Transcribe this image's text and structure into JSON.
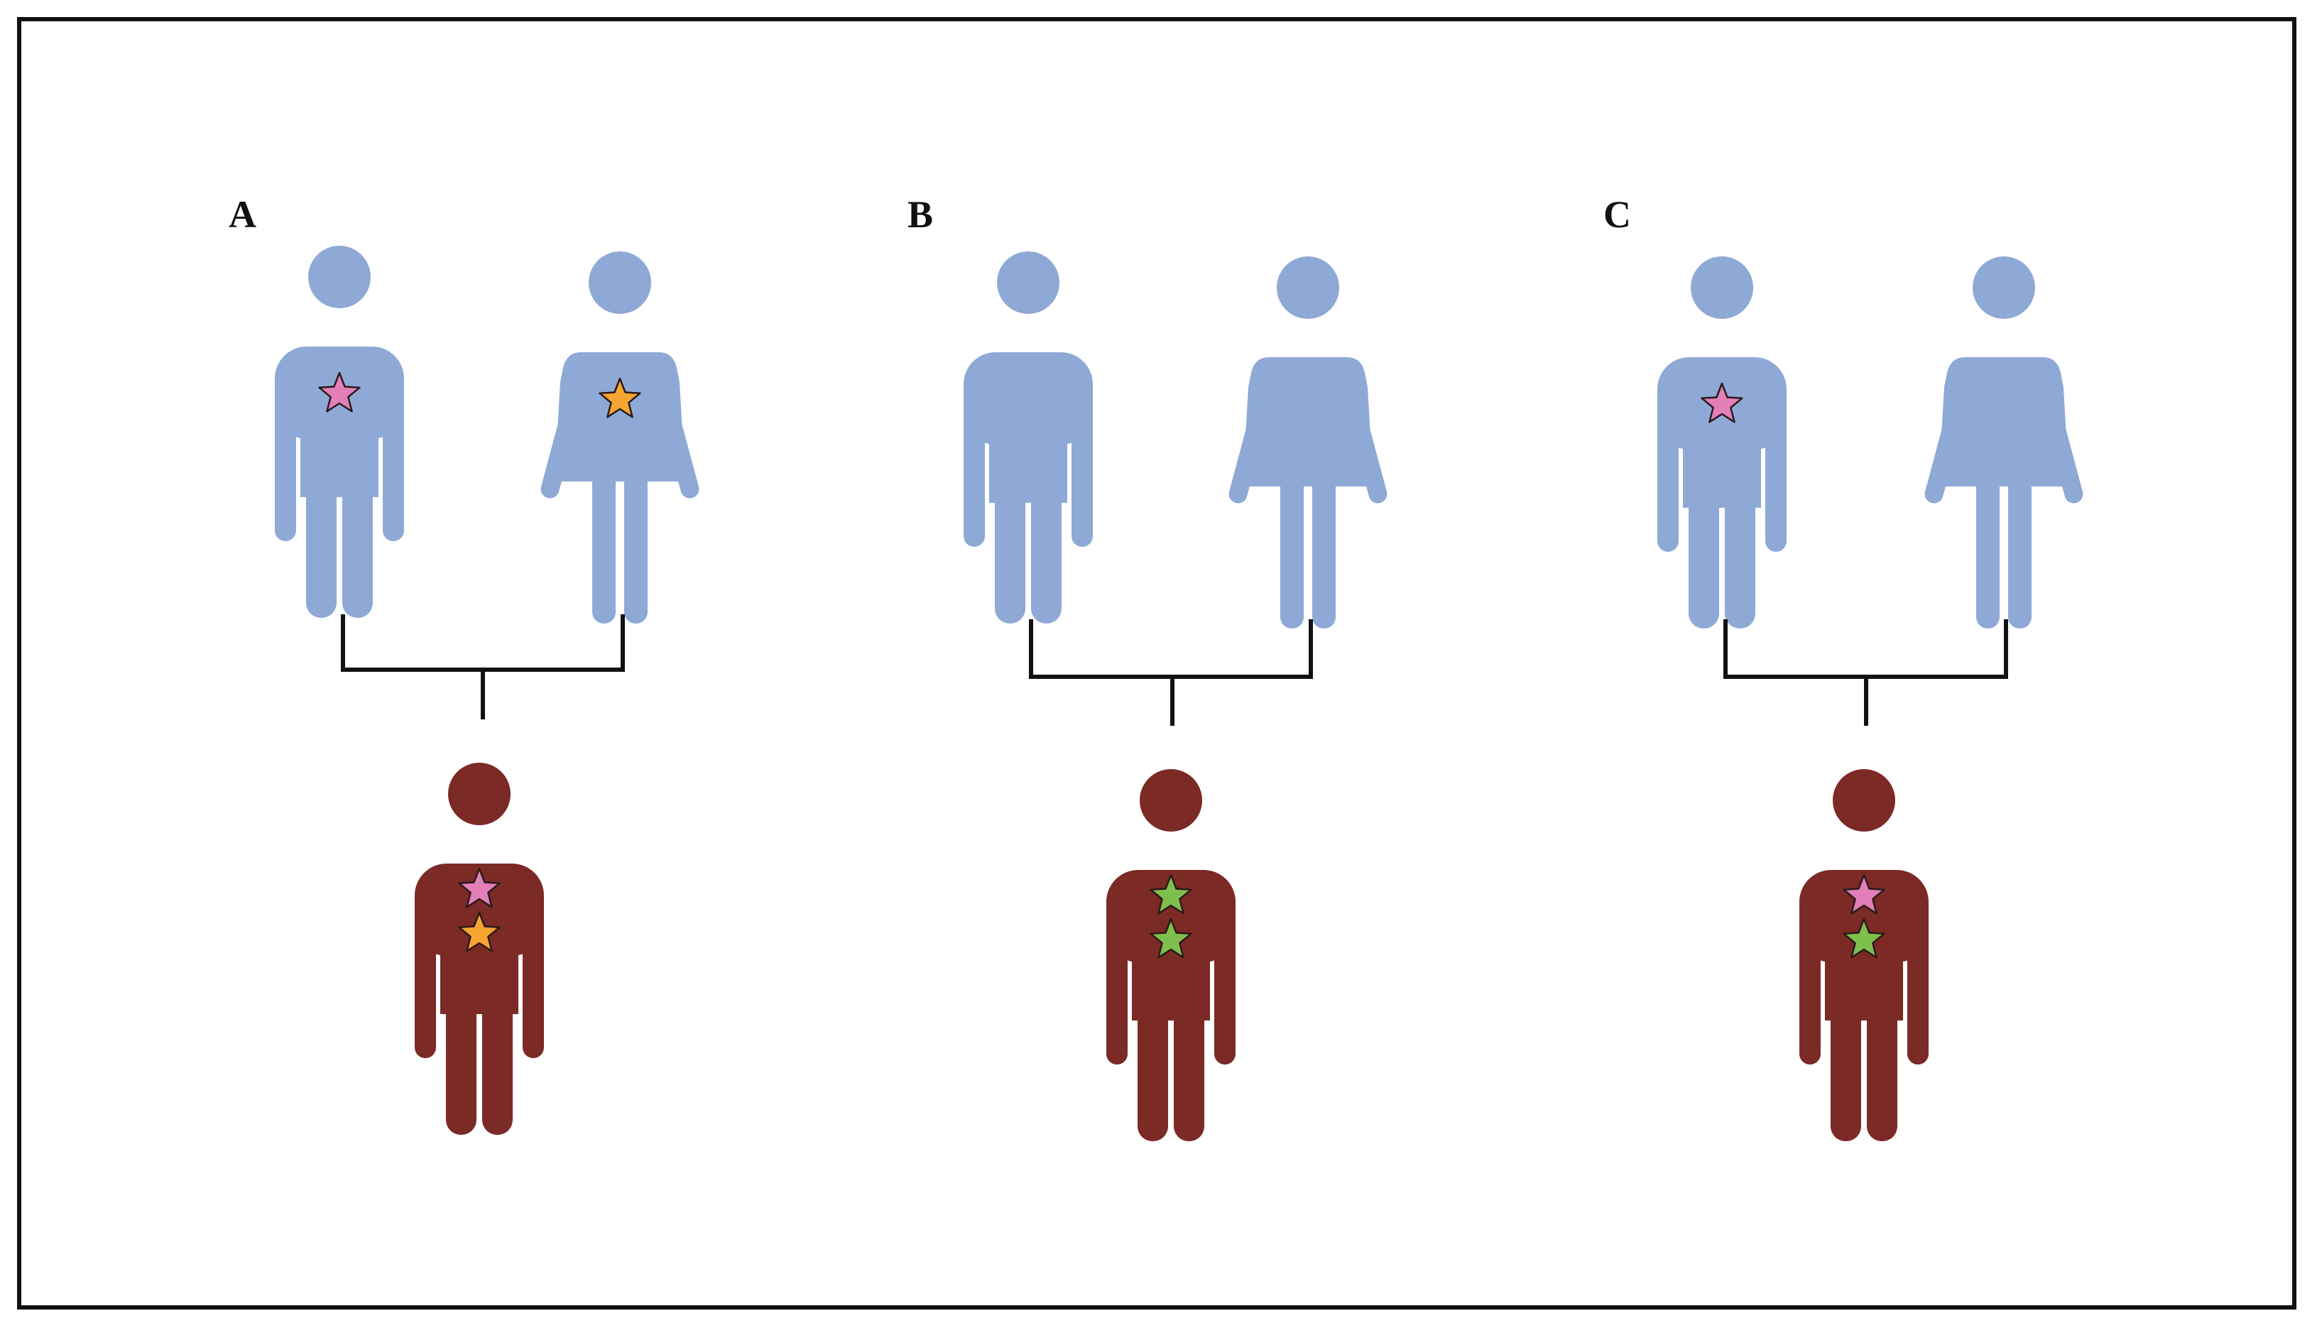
{
  "panels": [
    {
      "label": "A",
      "father": {
        "stars": [
          "pink"
        ]
      },
      "mother": {
        "stars": [
          "orange"
        ]
      },
      "child": {
        "stars": [
          "pink",
          "orange"
        ]
      }
    },
    {
      "label": "B",
      "father": {
        "stars": []
      },
      "mother": {
        "stars": []
      },
      "child": {
        "stars": [
          "green",
          "green"
        ]
      }
    },
    {
      "label": "C",
      "father": {
        "stars": [
          "pink"
        ]
      },
      "mother": {
        "stars": []
      },
      "child": {
        "stars": [
          "pink",
          "green"
        ]
      }
    }
  ],
  "colors": {
    "parent_figure": "#8ea9d6",
    "affected_child_figure": "#7b2a26",
    "connector_line": "#111111",
    "border": "#111111",
    "star_pink": "#e27fb9",
    "star_orange": "#f7a531",
    "star_green": "#7fbf4d",
    "star_outline": "#2b1a1a"
  },
  "icons": {
    "father": "male-figure-icon",
    "mother": "female-figure-icon",
    "child": "male-child-figure-icon",
    "variant_marker": "star-icon"
  }
}
